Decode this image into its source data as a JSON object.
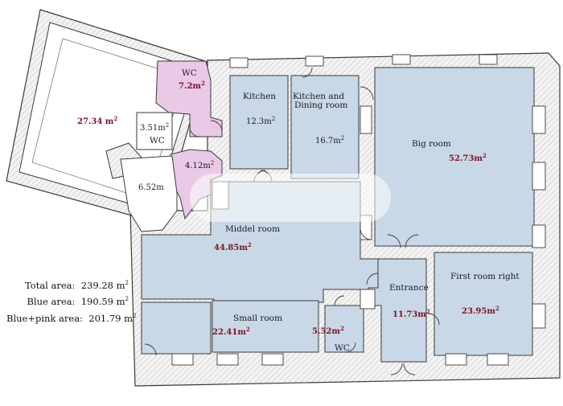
{
  "colors": {
    "blue": "#c9d8e6",
    "pink": "#e9c9e6",
    "wall": "#eeeeee",
    "line": "#3a3a3a",
    "area_text": "#7a1424"
  },
  "watermark": "home",
  "unit_sup": "2",
  "summary": {
    "total_label": "Total area:",
    "total_value": "239.28 m",
    "blue_label": "Blue area:",
    "blue_value": "190.59  m",
    "bluepink_label": "Blue+pink area:",
    "bluepink_value": "201.79 m"
  },
  "rooms": {
    "balcony": {
      "area": "27.34 m"
    },
    "wc_top": {
      "label": "WC",
      "area": "7.2m"
    },
    "wc_small": {
      "label": "WC",
      "area": "3.51m"
    },
    "corridor": {
      "area": "4.12m"
    },
    "hall_left": {
      "area": "6.52m"
    },
    "kitchen": {
      "label": "Kitchen",
      "area": "12.3m"
    },
    "kitchen_dining": {
      "label_line1": "Kitchen and",
      "label_line2": "Dining room",
      "area": "16.7m"
    },
    "big_room": {
      "label": "Big room",
      "area": "52.73m"
    },
    "middle_room": {
      "label": "Middel room",
      "area": "44.85m"
    },
    "small_room": {
      "label": "Small room",
      "area": "22.41m"
    },
    "wc_bottom": {
      "label": "WC",
      "area": "5.52m"
    },
    "entrance": {
      "label": "Entrance",
      "area": "11.73m"
    },
    "first_room_right": {
      "label": "First room right",
      "area": "23.95m"
    }
  }
}
